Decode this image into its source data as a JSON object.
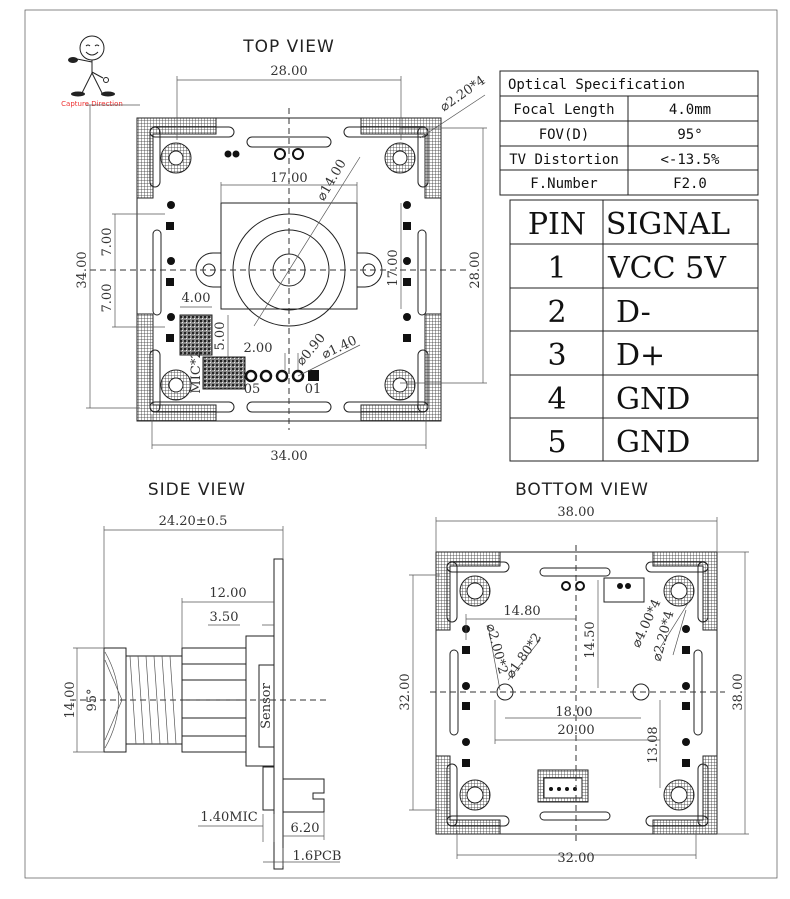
{
  "logo": {
    "caption": "Capture Direction"
  },
  "views": {
    "top": "TOP VIEW",
    "side": "SIDE VIEW",
    "bottom": "BOTTOM  VIEW"
  },
  "top_view": {
    "dim_width_holes": "28.00",
    "dim_height": "34.00",
    "dim_7a": "7.00",
    "dim_7b": "7.00",
    "dim_height_holes": "28.00",
    "dim_width": "34.00",
    "dim_17_h": "17.00",
    "dim_17_v": "17.00",
    "dim_lens_dia": "⌀14.00",
    "dim_hole_dia": "⌀2.20*4",
    "dim_4": "4.00",
    "dim_5": "5.00",
    "dim_2": "2.00",
    "dim_090": "⌀0.90",
    "dim_140": "⌀1.40",
    "mic_label": "MIC*2",
    "pin_05": "05",
    "pin_01": "01"
  },
  "optical_spec": {
    "title": "Optical Specification",
    "rows": [
      {
        "label": "Focal Length",
        "value": "4.0mm"
      },
      {
        "label": "FOV(D)",
        "value": "95°"
      },
      {
        "label": "TV Distortion",
        "value": "<-13.5%"
      },
      {
        "label": "F.Number",
        "value": "F2.0"
      }
    ]
  },
  "pin_table": {
    "headers": [
      "PIN",
      "SIGNAL"
    ],
    "rows": [
      {
        "pin": "1",
        "signal": "VCC 5V"
      },
      {
        "pin": "2",
        "signal": "D-"
      },
      {
        "pin": "3",
        "signal": "D+"
      },
      {
        "pin": "4",
        "signal": "GND"
      },
      {
        "pin": "5",
        "signal": "GND"
      }
    ]
  },
  "side_view": {
    "dim_total": "24.20±0.5",
    "dim_12": "12.00",
    "dim_350": "3.50",
    "dim_14": "14.00",
    "fov": "95°",
    "sensor": "Sensor",
    "dim_mic": "1.40MIC",
    "dim_620": "6.20",
    "dim_pcb": "1.6PCB"
  },
  "bottom_view": {
    "dim_width": "38.00",
    "dim_height_left": "32.00",
    "dim_height_right": "38.00",
    "dim_bottom": "32.00",
    "dim_1480": "14.80",
    "dim_1450": "14.50",
    "dim_200": "⌀2.00*2",
    "dim_180": "⌀1.80*2",
    "dim_400": "⌀4.00*4",
    "dim_220": "⌀2.20*4",
    "dim_18": "18.00",
    "dim_20": "20.00",
    "dim_1308": "13.08"
  }
}
